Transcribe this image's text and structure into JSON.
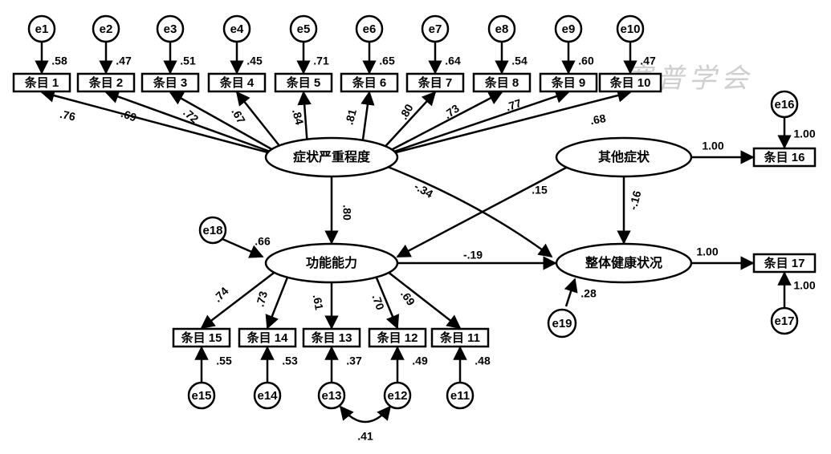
{
  "watermark": "寒普学会",
  "latent": {
    "severity": "症状严重程度",
    "function": "功能能力",
    "other": "其他症状",
    "health": "整体健康状况"
  },
  "items": [
    "条目 1",
    "条目 2",
    "条目 3",
    "条目 4",
    "条目 5",
    "条目 6",
    "条目 7",
    "条目 8",
    "条目 9",
    "条目 10",
    "条目 11",
    "条目 12",
    "条目 13",
    "条目 14",
    "条目 15",
    "条目 16",
    "条目 17"
  ],
  "errors": [
    "e1",
    "e2",
    "e3",
    "e4",
    "e5",
    "e6",
    "e7",
    "e8",
    "e9",
    "e10",
    "e11",
    "e12",
    "e13",
    "e14",
    "e15",
    "e16",
    "e17",
    "e18",
    "e19"
  ],
  "loadings": {
    "severity_items_1_10": [
      ".76",
      ".69",
      ".72",
      ".67",
      ".84",
      ".81",
      ".80",
      ".73",
      ".77",
      ".68"
    ],
    "function_items_15_11": [
      ".74",
      ".73",
      ".61",
      ".70",
      ".69"
    ]
  },
  "r2": {
    "items_1_10": [
      ".58",
      ".47",
      ".51",
      ".45",
      ".71",
      ".65",
      ".64",
      ".54",
      ".60",
      ".47"
    ],
    "item_15": ".55",
    "item_14": ".53",
    "item_13": ".37",
    "item_12": ".49",
    "item_11": ".48",
    "item_16": "1.00",
    "item_17": "1.00",
    "function": ".66",
    "health": ".28"
  },
  "paths": {
    "severity_function": ".80",
    "severity_health": "-.34",
    "other_function": ".15",
    "other_health": "-.16",
    "function_health": "-.19",
    "other_item16": "1.00",
    "health_item17": "1.00"
  },
  "covariance_e13_e12": ".41"
}
